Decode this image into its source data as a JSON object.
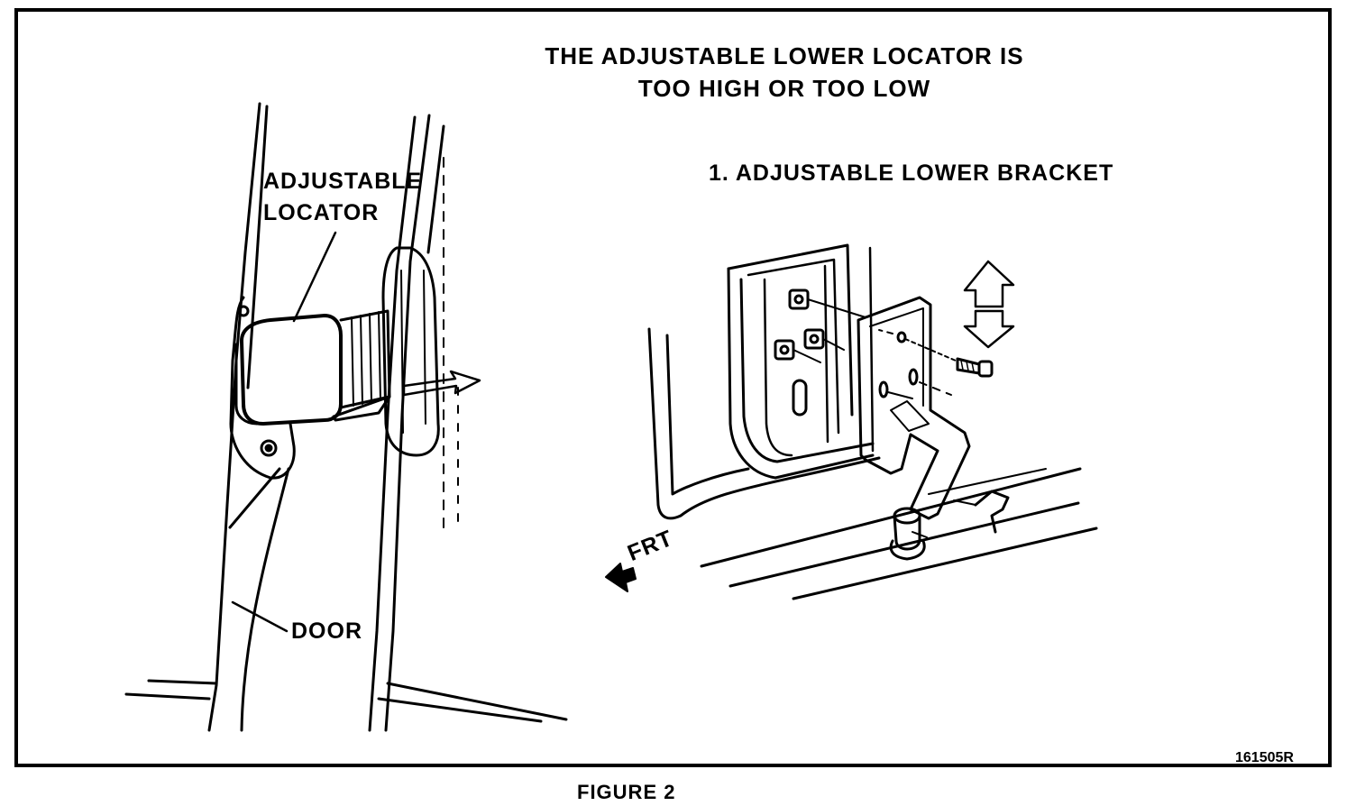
{
  "header": {
    "title_line1": "THE ADJUSTABLE LOWER LOCATOR IS",
    "title_line2": "TOO HIGH OR TOO LOW"
  },
  "left_view": {
    "locator_label_line1": "ADJUSTABLE",
    "locator_label_line2": "LOCATOR",
    "door_label": "DOOR"
  },
  "right_view": {
    "caption": "1.  ADJUSTABLE LOWER BRACKET",
    "front_label": "FRT"
  },
  "footer": {
    "drawing_code": "161505R",
    "figure_label": "FIGURE 2"
  },
  "icons": [
    "up-arrow-icon",
    "down-arrow-icon",
    "front-arrow-icon",
    "insert-arrow-icon"
  ]
}
